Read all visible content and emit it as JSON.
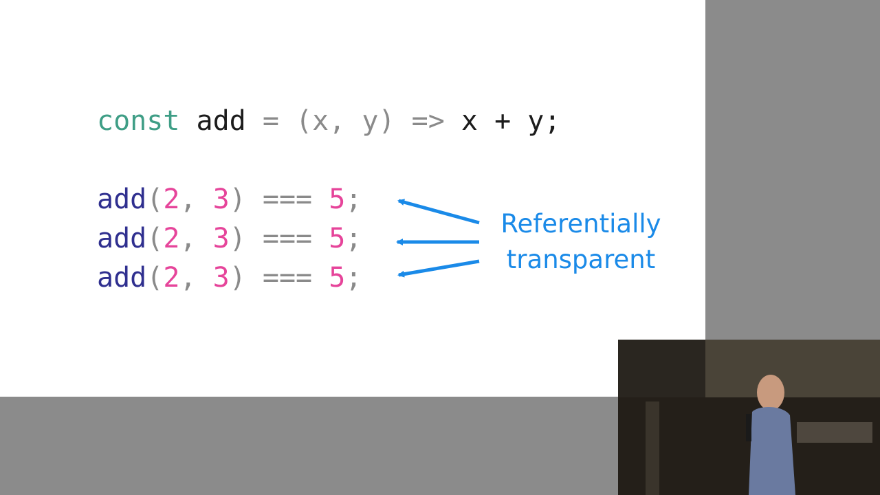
{
  "slide": {
    "line1": {
      "kw": "const",
      "name": "add",
      "eq": "=",
      "params": "(x, y)",
      "arrow": "=>",
      "body": "x + y;"
    },
    "calls": [
      {
        "fn": "add",
        "open": "(",
        "a": "2",
        "comma": ", ",
        "b": "3",
        "close": ")",
        "op": "===",
        "res": "5",
        "semi": ";"
      },
      {
        "fn": "add",
        "open": "(",
        "a": "2",
        "comma": ", ",
        "b": "3",
        "close": ")",
        "op": "===",
        "res": "5",
        "semi": ";"
      },
      {
        "fn": "add",
        "open": "(",
        "a": "2",
        "comma": ", ",
        "b": "3",
        "close": ")",
        "op": "===",
        "res": "5",
        "semi": ";"
      }
    ],
    "label_line1": "Referentially",
    "label_line2": "transparent"
  },
  "colors": {
    "keyword": "#3f9e86",
    "function": "#2f2f8f",
    "number": "#e6449a",
    "annotation": "#1a8ae8"
  }
}
